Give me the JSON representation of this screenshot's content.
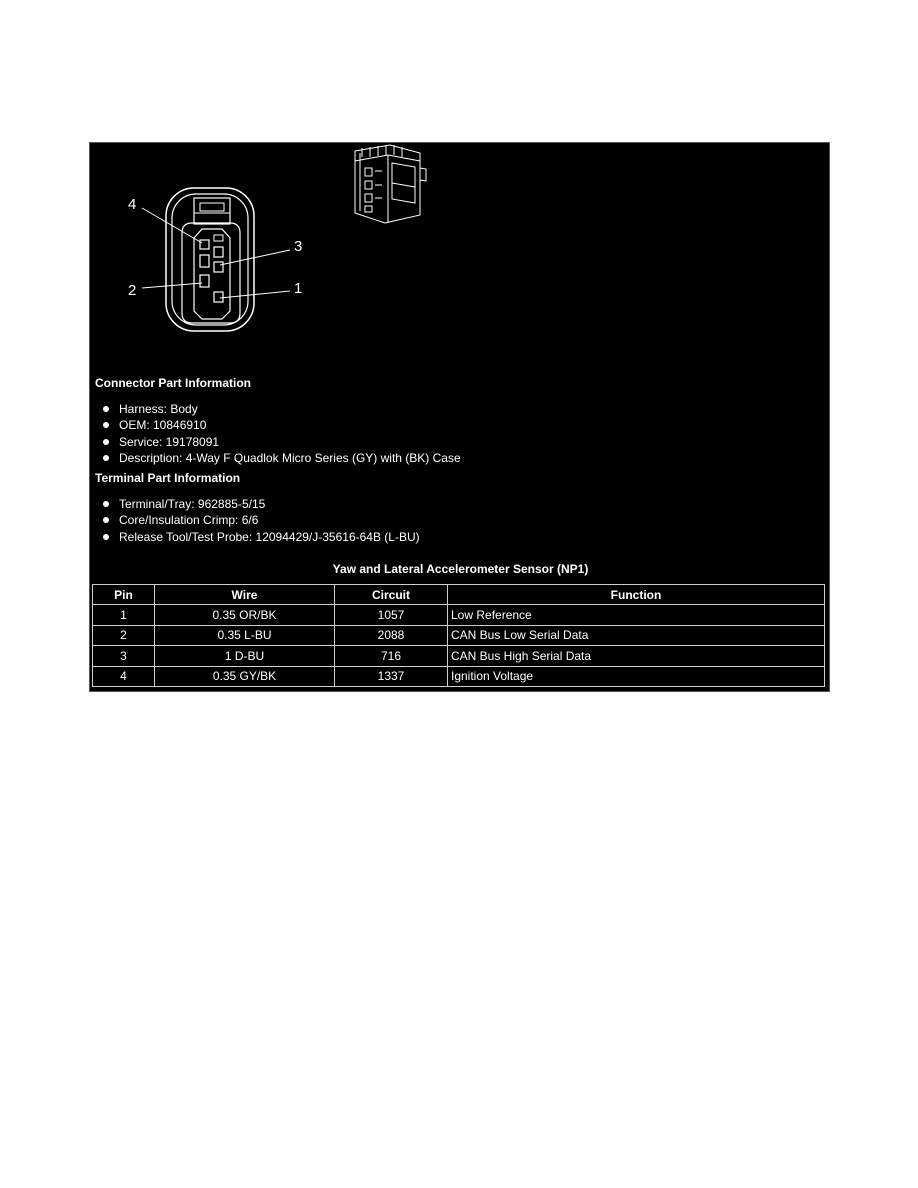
{
  "diagram": {
    "pin_callouts": [
      "4",
      "3",
      "2",
      "1"
    ]
  },
  "connector_section": {
    "heading": "Connector Part Information",
    "items": [
      "Harness: Body",
      "OEM: 10846910",
      "Service: 19178091",
      "Description: 4-Way F Quadlok Micro Series (GY) with (BK) Case"
    ]
  },
  "terminal_section": {
    "heading": "Terminal Part Information",
    "items": [
      "Terminal/Tray: 962885-5/15",
      "Core/Insulation Crimp: 6/6",
      "Release Tool/Test Probe: 12094429/J-35616-64B (L-BU)"
    ]
  },
  "pin_table": {
    "title": "Yaw and Lateral Accelerometer Sensor (NP1)",
    "headers": [
      "Pin",
      "Wire",
      "Circuit",
      "Function"
    ],
    "rows": [
      [
        "1",
        "0.35 OR/BK",
        "1057",
        "Low Reference"
      ],
      [
        "2",
        "0.35 L-BU",
        "2088",
        "CAN Bus Low Serial Data"
      ],
      [
        "3",
        "1 D-BU",
        "716",
        "CAN Bus High Serial Data"
      ],
      [
        "4",
        "0.35 GY/BK",
        "1337",
        "Ignition Voltage"
      ]
    ]
  }
}
